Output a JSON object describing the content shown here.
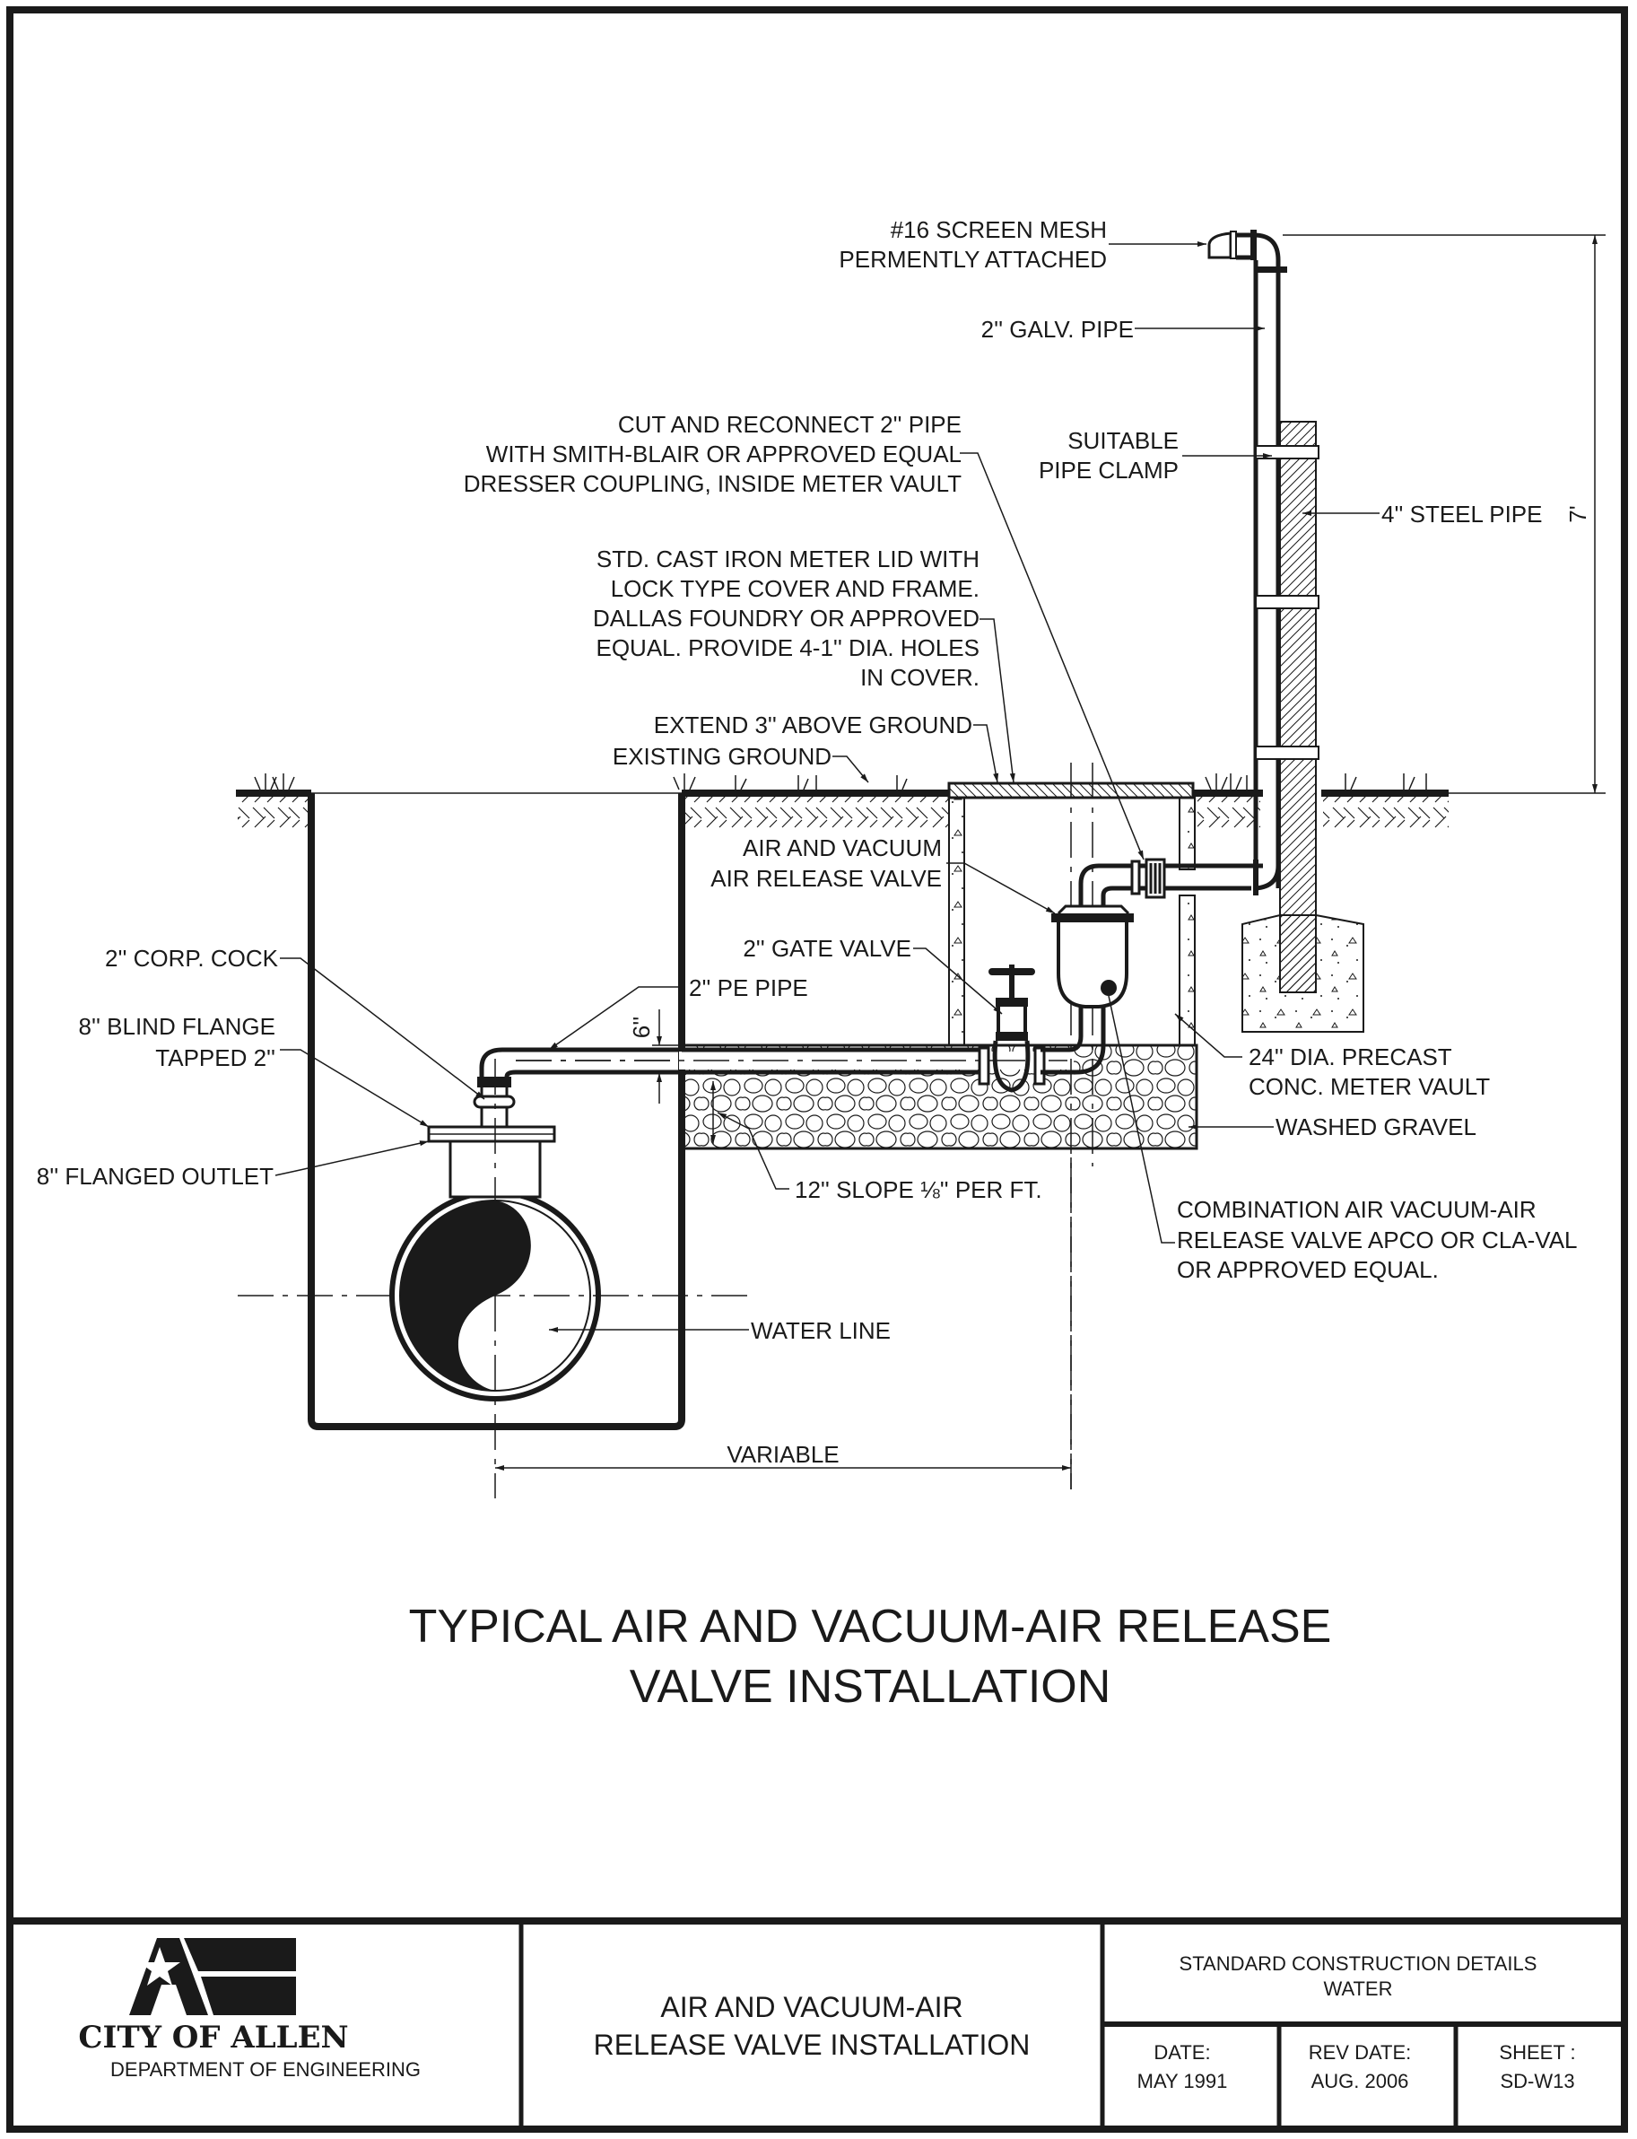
{
  "drawing": {
    "title_line1": "TYPICAL AIR AND VACUUM-AIR RELEASE",
    "title_line2": "VALVE INSTALLATION",
    "labels": {
      "screen_mesh_1": "#16 SCREEN MESH",
      "screen_mesh_2": "PERMENTLY ATTACHED",
      "galv_pipe": "2'' GALV. PIPE",
      "cut_reconnect_1": "CUT AND RECONNECT 2'' PIPE",
      "cut_reconnect_2": "WITH SMITH-BLAIR OR APPROVED EQUAL",
      "cut_reconnect_3": "DRESSER COUPLING, INSIDE METER VAULT",
      "pipe_clamp_1": "SUITABLE",
      "pipe_clamp_2": "PIPE CLAMP",
      "steel_pipe": "4'' STEEL PIPE",
      "height_dim": "7'",
      "meter_lid_1": "STD. CAST IRON METER LID WITH",
      "meter_lid_2": "LOCK TYPE COVER AND FRAME.",
      "meter_lid_3": "DALLAS FOUNDRY OR APPROVED",
      "meter_lid_4": "EQUAL. PROVIDE 4-1'' DIA. HOLES",
      "meter_lid_5": "IN COVER.",
      "extend": "EXTEND 3'' ABOVE GROUND",
      "existing_ground": "EXISTING GROUND",
      "air_vacuum_1": "AIR AND VACUUM",
      "air_vacuum_2": "AIR RELEASE VALVE",
      "gate_valve": "2'' GATE VALVE",
      "pe_pipe": "2'' PE PIPE",
      "corp_cock": "2'' CORP. COCK",
      "blind_flange_1": "8'' BLIND FLANGE",
      "blind_flange_2": "TAPPED 2''",
      "flanged_outlet": "8'' FLANGED OUTLET",
      "six_inch": "6''",
      "vault_1": "24'' DIA. PRECAST",
      "vault_2": "CONC. METER VAULT",
      "washed_gravel": "WASHED GRAVEL",
      "slope": "12'' SLOPE ⅛'' PER FT.",
      "combination_1": "COMBINATION AIR VACUUM-AIR",
      "combination_2": "RELEASE VALVE APCO OR CLA-VAL",
      "combination_3": "OR APPROVED EQUAL.",
      "water_line": "WATER LINE",
      "variable": "VARIABLE"
    }
  },
  "title_block": {
    "logo_name": "CITY OF ALLEN",
    "department": "DEPARTMENT OF ENGINEERING",
    "sheet_title_1": "AIR AND VACUUM-AIR",
    "sheet_title_2": "RELEASE VALVE INSTALLATION",
    "category_1": "STANDARD CONSTRUCTION DETAILS",
    "category_2": "WATER",
    "date_label": "DATE:",
    "date_value": "MAY 1991",
    "rev_label": "REV DATE:",
    "rev_value": "AUG. 2006",
    "sheet_label": "SHEET :",
    "sheet_value": "SD-W13"
  }
}
